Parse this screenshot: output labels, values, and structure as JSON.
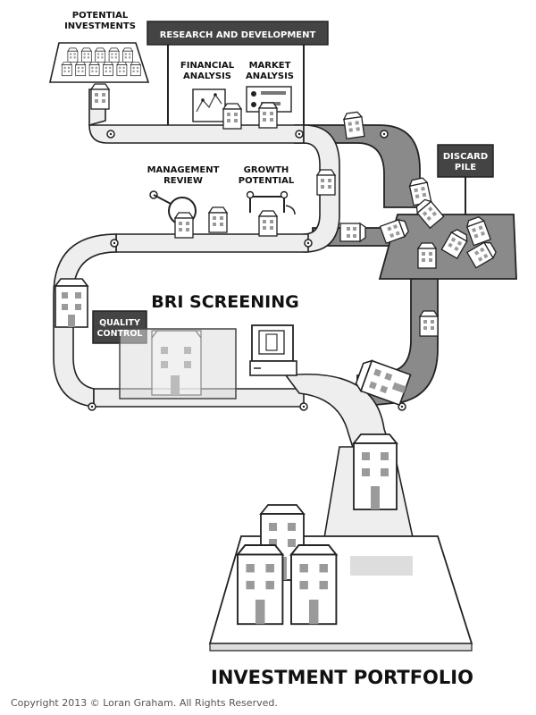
{
  "labels": {
    "potential_investments_1": "POTENTIAL",
    "potential_investments_2": "INVESTMENTS",
    "research_and_development": "RESEARCH AND DEVELOPMENT",
    "financial_analysis_1": "FINANCIAL",
    "financial_analysis_2": "ANALYSIS",
    "market_analysis_1": "MARKET",
    "market_analysis_2": "ANALYSIS",
    "discard_pile_1": "DISCARD",
    "discard_pile_2": "PILE",
    "management_review_1": "MANAGEMENT",
    "management_review_2": "REVIEW",
    "growth_potential_1": "GROWTH",
    "growth_potential_2": "POTENTIAL",
    "bri_screening": "BRI SCREENING",
    "quality_control_1": "QUALITY",
    "quality_control_2": "CONTROL",
    "investment_portfolio": "INVESTMENT PORTFOLIO"
  },
  "footer": {
    "copyright": "Copyright 2013 © Loran Graham. All Rights Reserved."
  },
  "colors": {
    "outline": "#222222",
    "belt_light": "#eeeeee",
    "belt_dark": "#8a8a8a",
    "sign_dark": "#444444",
    "window": "#9a9a9a"
  }
}
